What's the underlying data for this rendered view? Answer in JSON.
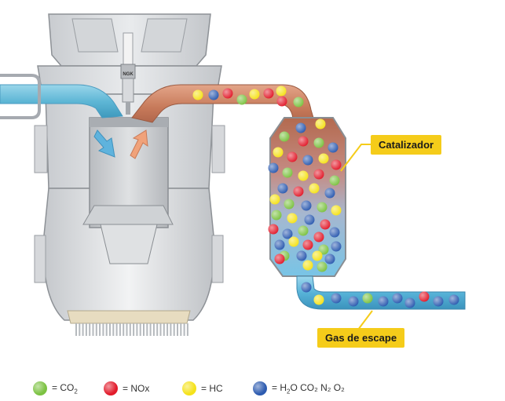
{
  "labels": {
    "catalyst": "Catalizador",
    "exhaust": "Gas de escape"
  },
  "spark_plug_text": "NGK",
  "legend": [
    {
      "id": "co2",
      "color": "#7cc242",
      "prefix": "= CO",
      "sub": "2",
      "suffix": ""
    },
    {
      "id": "nox",
      "color": "#e21b2b",
      "prefix": "= NOx",
      "sub": "",
      "suffix": ""
    },
    {
      "id": "hc",
      "color": "#f5e21a",
      "prefix": "= HC",
      "sub": "",
      "suffix": ""
    },
    {
      "id": "h2o",
      "color": "#2d5bb0",
      "prefix": "= H",
      "sub": "2",
      "suffix": "O   CO₂   N₂   O₂"
    }
  ],
  "colors": {
    "co2": "#7cc242",
    "nox": "#e21b2b",
    "hc": "#f5e21a",
    "h2o": "#2d5bb0",
    "callout": "#f5cc1a",
    "intake": "#6ec0dc",
    "exhaust_hot": "#c98060"
  }
}
